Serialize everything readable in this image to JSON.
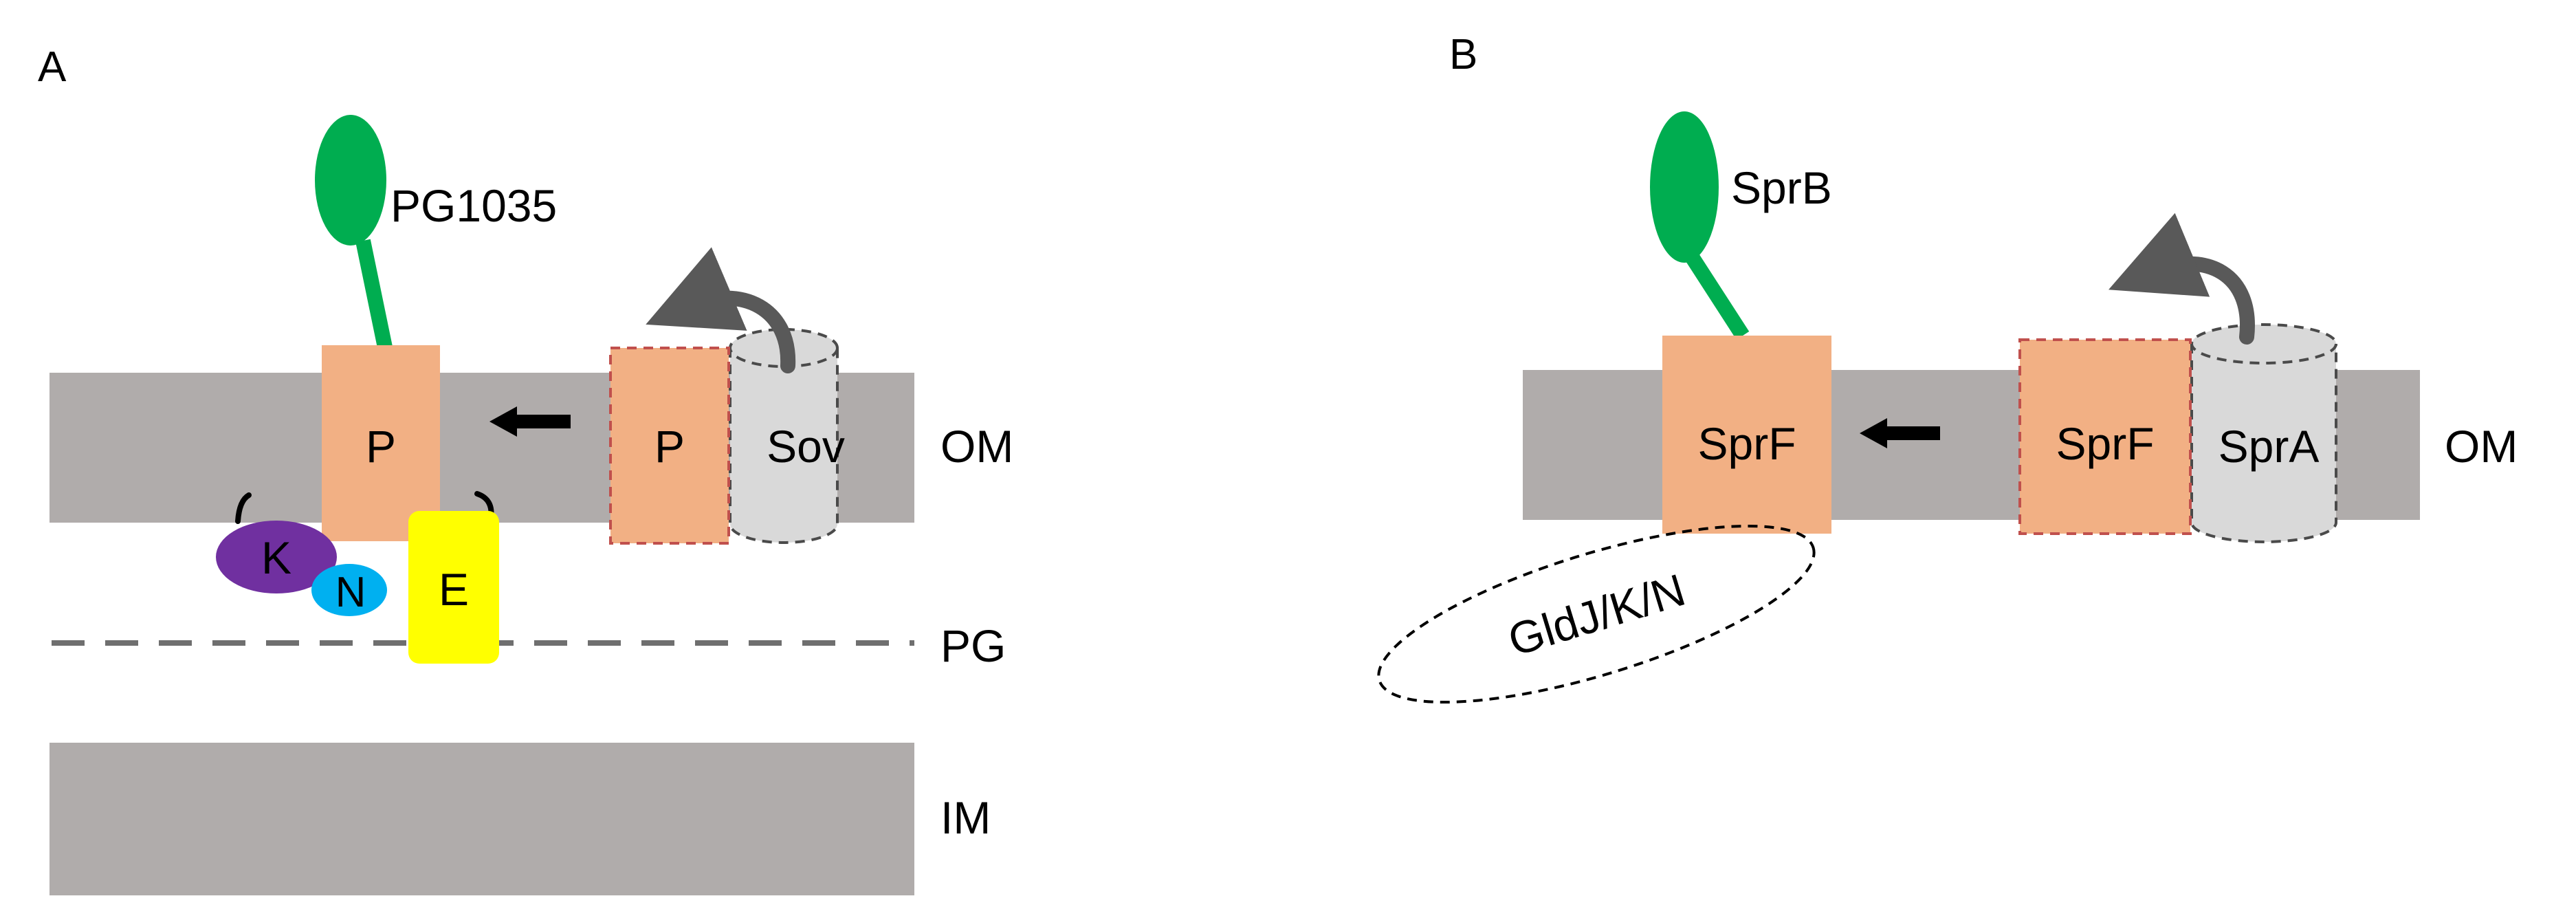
{
  "panel_a": {
    "label": "A",
    "protein_label": "PG1035",
    "p_label": "P",
    "p_moving_label": "P",
    "translocon_label": "Sov",
    "k_label": "K",
    "n_label": "N",
    "e_label": "E",
    "om_label": "OM",
    "pg_label": "PG",
    "im_label": "IM"
  },
  "panel_b": {
    "label": "B",
    "protein_label": "SprB",
    "f_label": "SprF",
    "f_moving_label": "SprF",
    "translocon_label": "SprA",
    "complex_label": "GldJ/K/N",
    "om_label": "OM"
  },
  "colors": {
    "membrane": "#b0acab",
    "adhesin": "#00ad50",
    "porp": "#f2b084",
    "translocon": "#d9d9d9",
    "k_protein": "#7030a0",
    "n_protein": "#00b0f0",
    "e_protein": "#ffff00",
    "arrow_curved": "#595959"
  }
}
